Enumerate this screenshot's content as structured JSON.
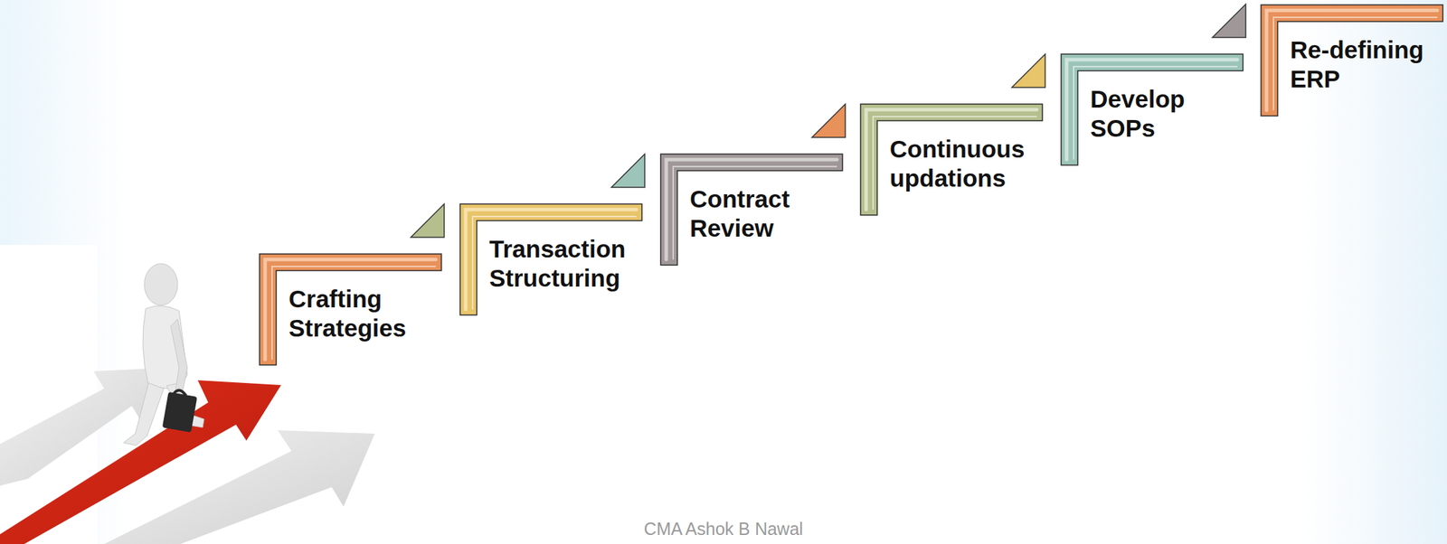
{
  "diagram": {
    "nodes": [
      {
        "text": [
          "Crafting Strategies"
        ]
      },
      {
        "text": [
          "Transaction Structuring"
        ]
      },
      {
        "text": [
          "Contract Review"
        ]
      },
      {
        "text": [
          "Continuous updations"
        ]
      },
      {
        "text": [
          "Develop SOPs"
        ]
      },
      {
        "text": [
          "Re-defining ERP"
        ]
      }
    ],
    "labels": [
      "CMA Ashok B Nawal"
    ]
  }
}
